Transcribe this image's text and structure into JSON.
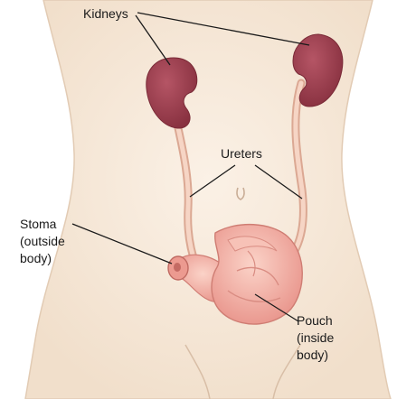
{
  "labels": {
    "kidneys": "Kidneys",
    "ureters": "Ureters",
    "stoma": [
      "Stoma",
      "(outside",
      "body)"
    ],
    "pouch": [
      "Pouch",
      "(inside",
      "body)"
    ]
  },
  "colors": {
    "skin": "#f6e8d8",
    "kidney": "#9c3e4e",
    "intestine": "#f0a9a0",
    "ureter": "#f3c7b3",
    "leader_line": "#1a1a1a"
  }
}
